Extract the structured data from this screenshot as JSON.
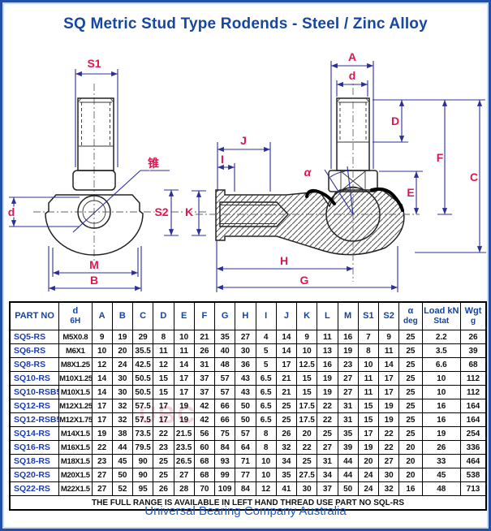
{
  "title": "SQ Metric Stud Type Rodends - Steel / Zinc Alloy",
  "watermark": "UBC",
  "colors": {
    "frame_blue": "#2251a3",
    "title_blue": "#1747a0",
    "part_no_blue": "#1b3bb3",
    "dimension_line_navy": "#2d2f99",
    "dimension_label_red": "#e01550"
  },
  "drawing": {
    "labels": {
      "s1": "S1",
      "d_small": "d",
      "m": "M",
      "b": "B",
      "s2": "S2",
      "k": "K",
      "taper": "锥",
      "a": "A",
      "d_top": "d",
      "d_cap": "D",
      "f": "F",
      "c": "C",
      "e": "E",
      "i": "I",
      "j": "J",
      "alpha": "α",
      "h": "H",
      "g": "G"
    }
  },
  "table": {
    "headers": [
      {
        "l1": "PART NO"
      },
      {
        "l1": "d",
        "l2": "6H"
      },
      {
        "l1": "A"
      },
      {
        "l1": "B"
      },
      {
        "l1": "C"
      },
      {
        "l1": "D"
      },
      {
        "l1": "E"
      },
      {
        "l1": "F"
      },
      {
        "l1": "G"
      },
      {
        "l1": "H"
      },
      {
        "l1": "I"
      },
      {
        "l1": "J"
      },
      {
        "l1": "K"
      },
      {
        "l1": "L"
      },
      {
        "l1": "M"
      },
      {
        "l1": "S1"
      },
      {
        "l1": "S2"
      },
      {
        "l1": "α",
        "l2": "deg"
      },
      {
        "l1": "Load kN",
        "l2": "Stat"
      },
      {
        "l1": "Wgt",
        "l2": "g"
      }
    ],
    "rows": [
      [
        "SQ5-RS",
        "M5X0.8",
        9,
        19,
        29,
        8,
        10,
        21,
        35,
        27,
        4,
        14,
        9,
        11,
        16,
        7,
        9,
        25,
        2.2,
        26
      ],
      [
        "SQ6-RS",
        "M6X1",
        10,
        20,
        35.5,
        11,
        11,
        26,
        40,
        30,
        5,
        14,
        10,
        13,
        19,
        8,
        11,
        25,
        3.5,
        39
      ],
      [
        "SQ8-RS",
        "M8X1.25",
        12,
        24,
        42.5,
        12,
        14,
        31,
        48,
        36,
        5,
        17,
        12.5,
        16,
        23,
        10,
        14,
        25,
        6.6,
        68
      ],
      [
        "SQ10-RS",
        "M10X1.25",
        14,
        30,
        50.5,
        15,
        17,
        37,
        57,
        43,
        6.5,
        21,
        15,
        19,
        27,
        11,
        17,
        25,
        10,
        112
      ],
      [
        "SQ10-RSB5",
        "M10X1.5",
        14,
        30,
        50.5,
        15,
        17,
        37,
        57,
        43,
        6.5,
        21,
        15,
        19,
        27,
        11,
        17,
        25,
        10,
        112
      ],
      [
        "SQ12-RS",
        "M12X1.25",
        17,
        32,
        57.5,
        17,
        19,
        42,
        66,
        50,
        6.5,
        25,
        17.5,
        22,
        31,
        15,
        19,
        25,
        16,
        164
      ],
      [
        "SQ12-RSB5",
        "M12X1.75",
        17,
        32,
        57.5,
        17,
        19,
        42,
        66,
        50,
        6.5,
        25,
        17.5,
        22,
        31,
        15,
        19,
        25,
        16,
        164
      ],
      [
        "SQ14-RS",
        "M14X1.5",
        19,
        38,
        73.5,
        22,
        21.5,
        56,
        75,
        57,
        8,
        26,
        20,
        25,
        35,
        17,
        22,
        25,
        19,
        254
      ],
      [
        "SQ16-RS",
        "M16X1.5",
        22,
        44,
        79.5,
        23,
        23.5,
        60,
        84,
        64,
        8,
        32,
        22,
        27,
        39,
        19,
        22,
        20,
        26,
        336
      ],
      [
        "SQ18-RS",
        "M18X1.5",
        23,
        45,
        90,
        25,
        26.5,
        68,
        93,
        71,
        10,
        34,
        25,
        31,
        44,
        20,
        27,
        20,
        33,
        464
      ],
      [
        "SQ20-RS",
        "M20X1.5",
        27,
        50,
        90,
        25,
        27,
        68,
        99,
        77,
        10,
        35,
        27.5,
        34,
        44,
        24,
        30,
        20,
        45,
        538
      ],
      [
        "SQ22-RS",
        "M22X1.5",
        27,
        52,
        95,
        26,
        28,
        70,
        109,
        84,
        12,
        41,
        30,
        37,
        50,
        24,
        32,
        16,
        48,
        713
      ]
    ],
    "note": "THE FULL RANGE IS AVAILABLE IN LEFT HAND THREAD  USE PART NO SQL-RS"
  },
  "footer": "Universal Bearing Company Australia"
}
